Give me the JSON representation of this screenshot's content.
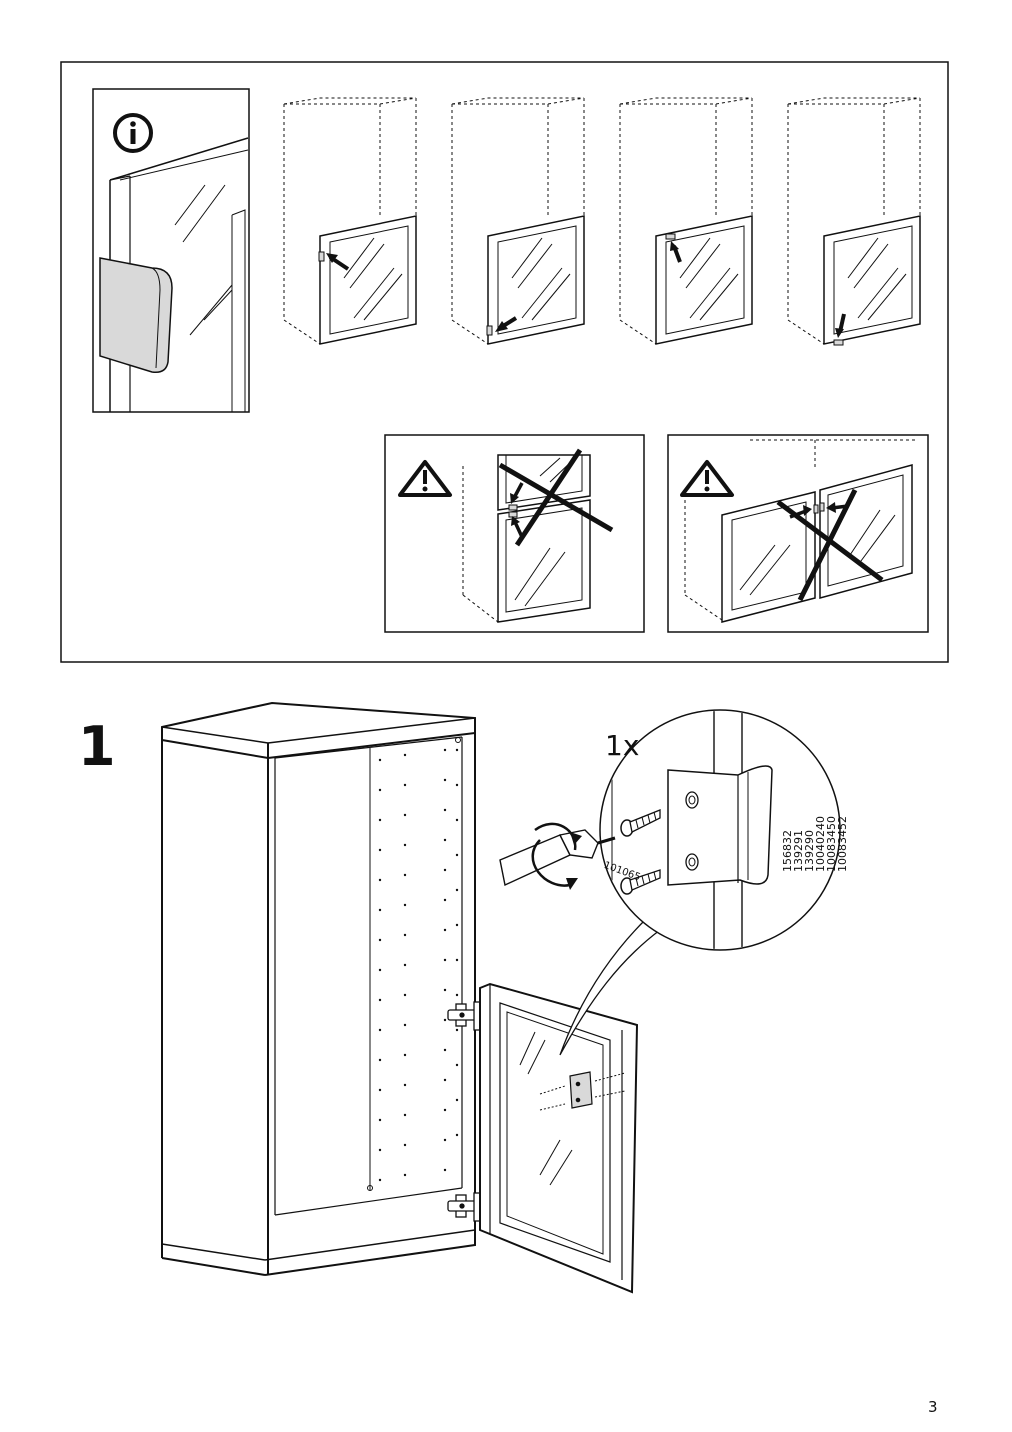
{
  "page": {
    "number": "3"
  },
  "info_section": {
    "info_symbol": "info-icon",
    "warning_symbol": "warning-triangle-icon"
  },
  "step": {
    "number": "1",
    "quantity": "1x",
    "screw_part_number": "101065",
    "article_numbers": [
      "156832",
      "139291",
      "139290",
      "10040240",
      "10083450",
      "10083452"
    ]
  },
  "colors": {
    "line": "#111111",
    "handle_fill": "#d9d9d9"
  }
}
